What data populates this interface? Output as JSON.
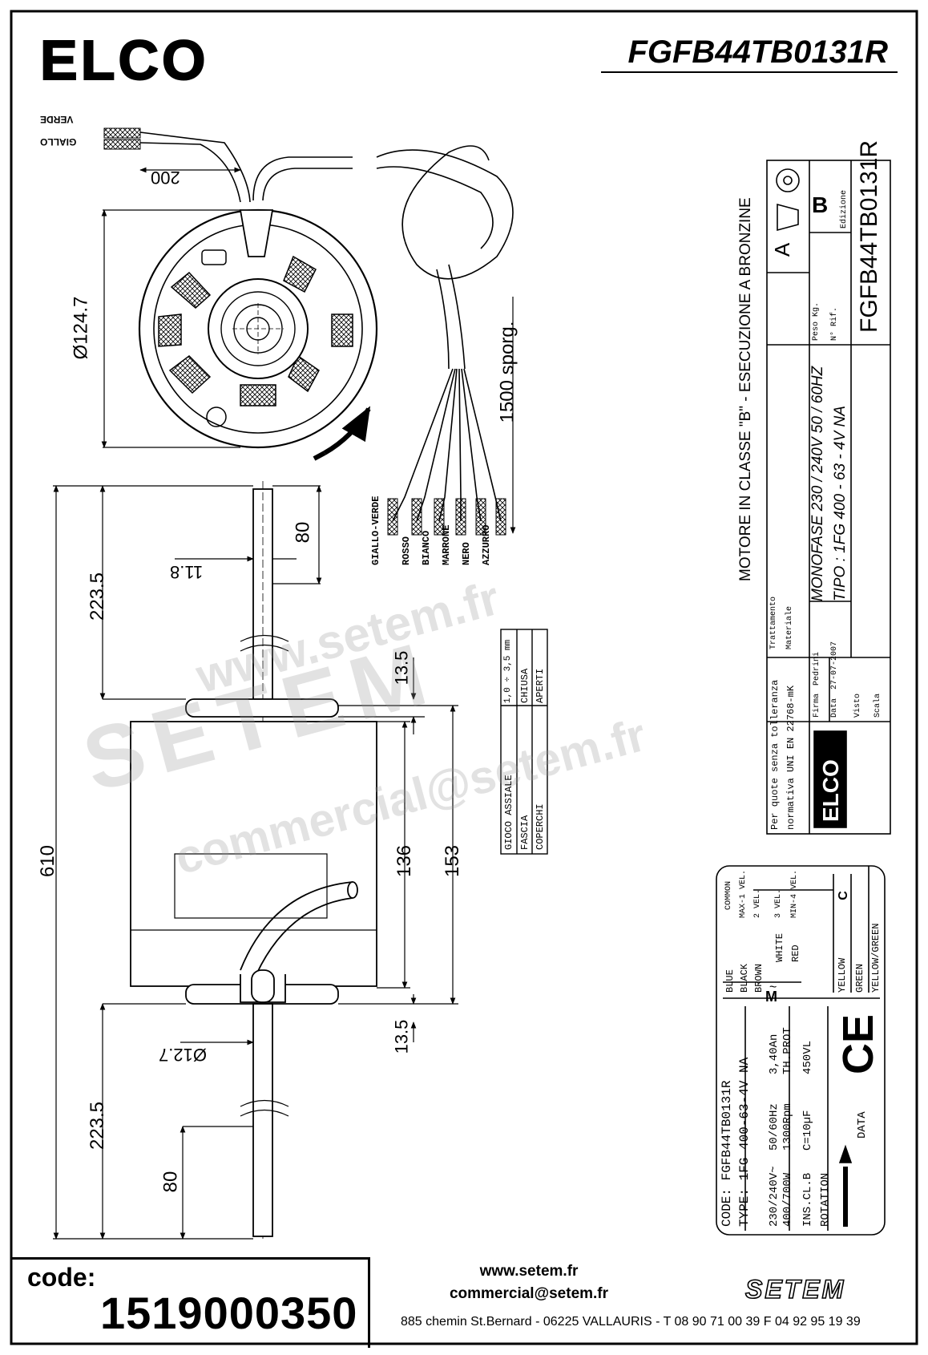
{
  "header": {
    "brand_logo": "ELCO",
    "model_code": "FGFB44TB0131R"
  },
  "wires_top": {
    "yellow": "GIALLO",
    "green": "VERDE",
    "length_200": "200"
  },
  "dimensions": {
    "diameter": "Ø124.7",
    "cable_length": "1500 sporg.",
    "shaft_top_len": "80",
    "shaft_top_flat": "11.8",
    "shaft_top_total": "223.5",
    "gap_top": "13.5",
    "overall": "610",
    "body_inner": "136",
    "body_outer": "153",
    "gap_bottom": "13.5",
    "shaft_bottom_dia": "Ø12.7",
    "shaft_bottom_total": "223.5",
    "shaft_bottom_len": "80"
  },
  "lead_colors": [
    "GIALLO-VERDE",
    "ROSSO",
    "BIANCO",
    "MARRONE",
    "NERO",
    "AZZURRO"
  ],
  "axial_play_table": {
    "rows": [
      {
        "label": "GIOCO ASSIALE",
        "value": "1,0 ÷ 3,5 mm"
      },
      {
        "label": "FASCIA",
        "value": "CHIUSA"
      },
      {
        "label": "COPERCHI",
        "value": "APERTI"
      }
    ]
  },
  "title_block": {
    "class_note": "MOTORE IN CLASSE \"B\"  -  ESECUZIONE A BRONZINE",
    "monofase": "MONOFASE  230 / 240V  50 / 60HZ",
    "tipo": "TIPO : 1FG 400 - 63 - 4V NA",
    "tolerance_1": "Per quote senza tolleranza",
    "tolerance_2": "normativa UNI EN 22768-mK",
    "trattamento": "Trattamento",
    "materiale": "Materiale",
    "firma_label": "Firma",
    "firma_value": "Pedrini",
    "data_label": "Data",
    "data_value": "27-07-2007",
    "visto": "Visto",
    "scala": "Scala",
    "peso": "Peso Kg.",
    "rif": "N° Rif.",
    "edizione_label": "Edizione",
    "edizione_value": "B",
    "proj_a": "A",
    "code_vertical": "FGFB44TB0131R",
    "logo_small": "ELCO"
  },
  "nameplate": {
    "code_line": "CODE: FGFB44TB0131R",
    "type_line": "TYPE: 1FG 400-63-4V NA",
    "col1": [
      "230/240V~",
      "400/700W",
      "INS.CL.B",
      "ROTATION"
    ],
    "col2": [
      "50/60Hz",
      "1300Rpm",
      "C=10µF",
      "DATA"
    ],
    "col3": [
      "3,40An",
      "TH.PROT",
      "450VL"
    ],
    "ce_mark": "CE",
    "motor_symbol": "M",
    "motor_tilde": "~",
    "wiring": [
      {
        "color": "BLUE",
        "function": "COMMON"
      },
      {
        "color": "BLACK",
        "function": "MAX-1 VEL."
      },
      {
        "color": "BROWN",
        "function": "2 VEL."
      },
      {
        "color": "WHITE",
        "function": "3 VEL."
      },
      {
        "color": "RED",
        "function": "MIN-4 VEL."
      },
      {
        "color": "YELLOW",
        "function": ""
      },
      {
        "color": "GREEN",
        "function": ""
      },
      {
        "color": "YELLOW/GREEN",
        "function": ""
      }
    ],
    "capacitor_label": "C"
  },
  "footer": {
    "code_label": "code:",
    "code_value": "1519000350",
    "website": "www.setem.fr",
    "email": "commercial@setem.fr",
    "address": "885 chemin St.Bernard  -  06225 VALLAURIS  -  T 08 90 71 00 39   F 04 92 95 19 39",
    "setem_logo": "SETEM"
  },
  "watermarks": [
    "www.setem.fr",
    "SETEM",
    "commercial@setem.fr"
  ]
}
